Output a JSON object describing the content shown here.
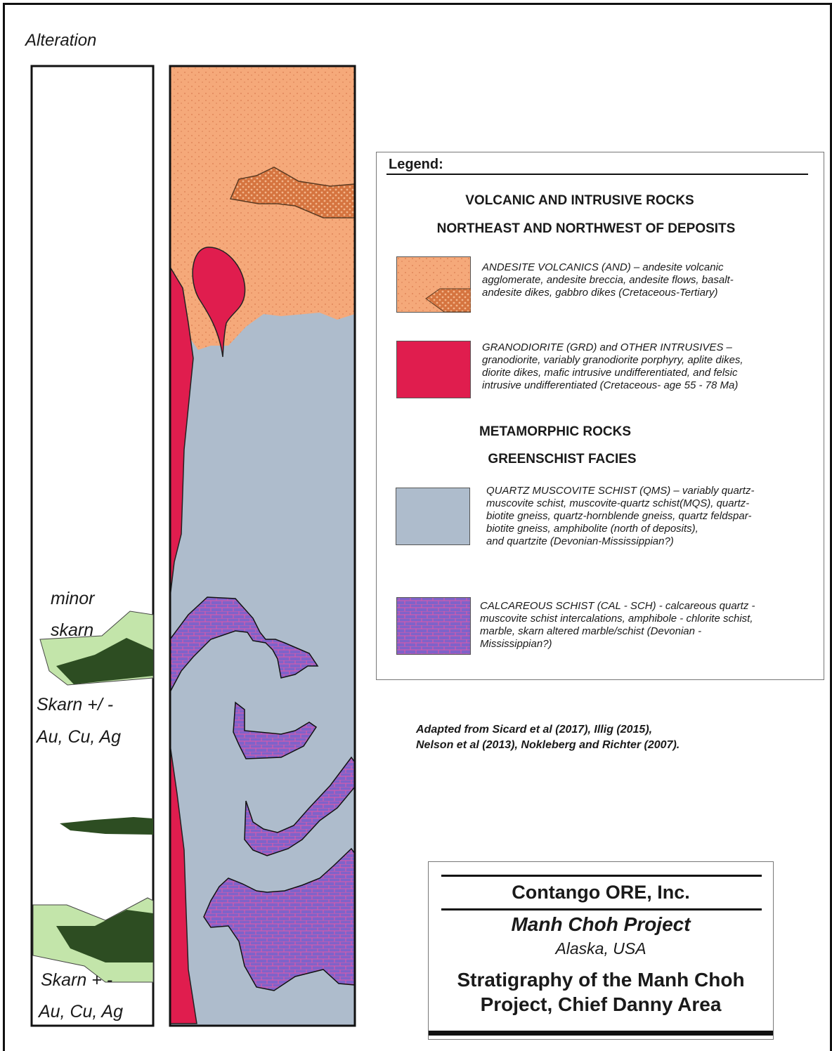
{
  "alteration": {
    "title": "Alteration",
    "minor_skarn_1": "minor",
    "minor_skarn_2": "skarn",
    "skarn1_line1": "Skarn +/  -",
    "skarn1_line2": "Au, Cu, Ag",
    "skarn2_line1": "Skarn +  -",
    "skarn2_line2": "Au, Cu, Ag"
  },
  "colors": {
    "andesite": "#f5a97a",
    "andesite_dot": "#e0875a",
    "andesite_breccia": "#d5743f",
    "granodiorite": "#e01d4e",
    "quartz_schist": "#aebccc",
    "calcareous_schist": "#7f63c9",
    "skarn_light": "#c3e5aa",
    "skarn_dark": "#2d4d22"
  },
  "legend": {
    "title": "Legend:",
    "volcanic_heading_1": "VOLCANIC AND INTRUSIVE ROCKS",
    "volcanic_heading_2": "NORTHEAST AND NORTHWEST OF DEPOSITS",
    "metamorphic_heading_1": "METAMORPHIC ROCKS",
    "metamorphic_heading_2": "GREENSCHIST FACIES",
    "andesite": [
      "ANDESITE VOLCANICS (AND) – andesite volcanic",
      "agglomerate, andesite breccia, andesite flows, basalt-",
      "andesite dikes, gabbro dikes (Cretaceous-Tertiary)"
    ],
    "granodiorite": [
      "GRANODIORITE (GRD) and OTHER INTRUSIVES –",
      "granodiorite, variably granodiorite porphyry, aplite dikes,",
      "diorite dikes, mafic intrusive undifferentiated, and felsic",
      "intrusive undifferentiated (Cretaceous- age 55 - 78 Ma)"
    ],
    "qms": [
      "QUARTZ MUSCOVITE SCHIST (QMS) – variably quartz-",
      "muscovite schist, muscovite-quartz schist(MQS), quartz-",
      "biotite gneiss, quartz-hornblende gneiss, quartz feldspar-",
      "biotite gneiss, amphibolite (north of deposits),",
      "and quartzite (Devonian-Mississippian?)"
    ],
    "calcareous": [
      "CALCAREOUS SCHIST (CAL - SCH) - calcareous quartz -",
      "muscovite schist intercalations, amphibole - chlorite schist,",
      "marble, skarn altered marble/schist (Devonian -",
      "Mississippian?)"
    ]
  },
  "citation": [
    "Adapted from Sicard et al (2017), Illig (2015),",
    "Nelson et al (2013), Nokleberg and Richter (2007)."
  ],
  "title_block": {
    "company": "Contango ORE, Inc.",
    "project": "Manh Choh Project",
    "location": "Alaska, USA",
    "heading_1": "Stratigraphy of the Manh Choh",
    "heading_2": "Project, Chief Danny Area"
  }
}
